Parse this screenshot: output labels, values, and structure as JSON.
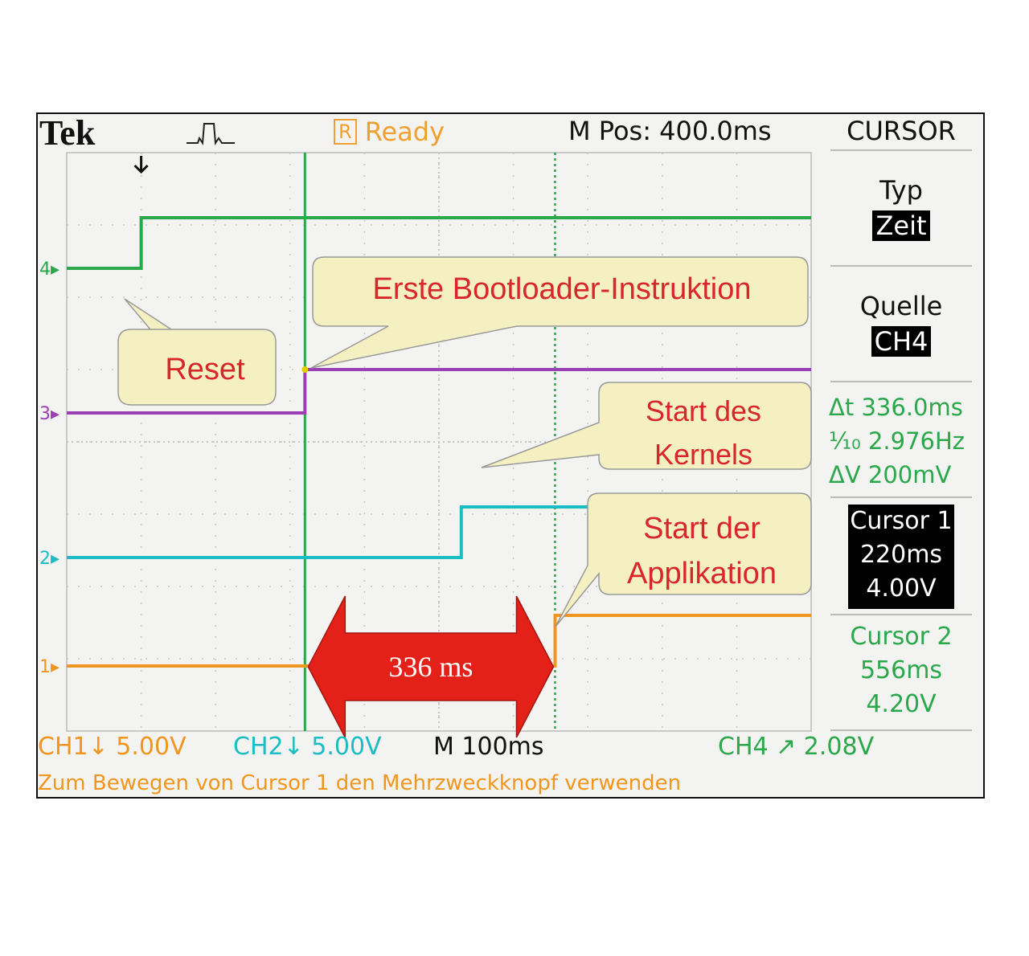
{
  "header": {
    "brand": "Tek",
    "status_letter": "R",
    "status": "Ready",
    "m_pos": "M Pos: 400.0ms",
    "menu_title": "CURSOR"
  },
  "side_menu": {
    "typ_label": "Typ",
    "typ_value": "Zeit",
    "quelle_label": "Quelle",
    "quelle_value": "CH4",
    "delta_t": "336.0ms",
    "inv_delta_t": "2.976Hz",
    "delta_v": "200mV",
    "cursor1": {
      "label": "Cursor 1",
      "time": "220ms",
      "volt": "4.00V"
    },
    "cursor2": {
      "label": "Cursor 2",
      "time": "556ms",
      "volt": "4.20V"
    }
  },
  "footer": {
    "ch1": "CH1↓ 5.00V",
    "ch2": "CH2↓ 5.00V",
    "timebase": "M 100ms",
    "trigger": "CH4 ↗ 2.08V",
    "hint": "Zum Bewegen von Cursor 1 den Mehrzweckknopf verwenden"
  },
  "annotations": {
    "reset": "Reset",
    "bootloader": "Erste Bootloader-Instruktion",
    "kernel_line1": "Start des",
    "kernel_line2": "Kernels",
    "app_line1": "Start der",
    "app_line2": "Applikation",
    "duration": "336 ms"
  },
  "colors": {
    "ch1": "#f0961e",
    "ch2": "#1cbcc4",
    "ch3": "#9b3fb5",
    "ch4": "#2aa84a",
    "callout_fill": "#f5f0c2",
    "callout_text": "#d8262a",
    "arrow_fill": "#e32119",
    "cursor_text_green": "#2aa84a"
  },
  "chart_data": {
    "type": "line",
    "x_unit": "ms",
    "xlim": [
      -100,
      900
    ],
    "ylim": [
      -4,
      4
    ],
    "cursors_ms": [
      220,
      556
    ],
    "series": [
      {
        "name": "4",
        "x": [
          -100,
          0,
          0,
          900
        ],
        "y": [
          2.4,
          2.4,
          3.1,
          3.1
        ]
      },
      {
        "name": "3",
        "x": [
          -100,
          220,
          220,
          900
        ],
        "y": [
          0.4,
          0.4,
          1.0,
          1.0
        ]
      },
      {
        "name": "2",
        "x": [
          -100,
          430,
          430,
          900
        ],
        "y": [
          -1.6,
          -1.6,
          -0.9,
          -0.9
        ]
      },
      {
        "name": "1",
        "x": [
          -100,
          220,
          556,
          556,
          900
        ],
        "y": [
          -3.1,
          -3.1,
          -3.1,
          -2.4,
          -2.4
        ]
      }
    ]
  }
}
